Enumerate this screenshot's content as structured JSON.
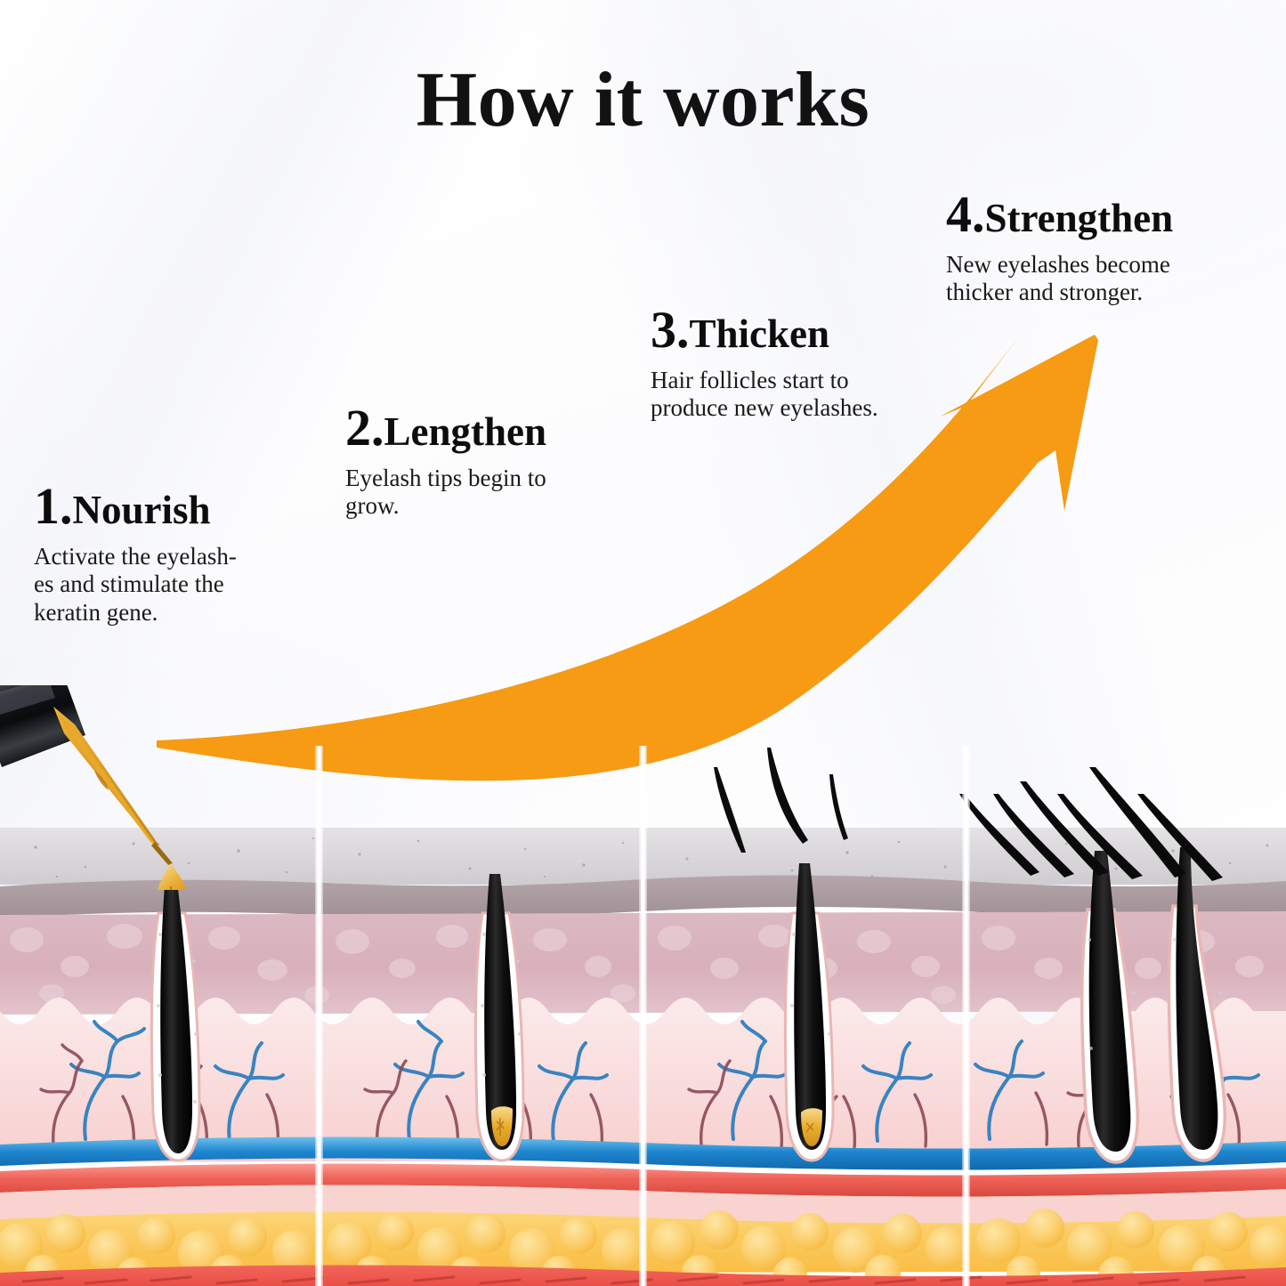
{
  "page": {
    "title": "How it works",
    "background_color": "#ffffff"
  },
  "colors": {
    "accent_orange": "#F79A14",
    "title_text": "#121212",
    "body_text": "#1a1a1a",
    "serum_gold": "#E9A92B",
    "hair_black": "#111111",
    "epidermis_gray": "#d9d7da",
    "epidermis_band": "#a79ba0",
    "dermis_pink": "#d7b2bd",
    "dermis_light": "#f7dfdf",
    "vein_blue": "#2f8fd4",
    "artery_red": "#ef6a62",
    "fat_yellow": "#f9c githubusercontent"
  },
  "steps": [
    {
      "number": "1.",
      "name": "Nourish",
      "body": "Activate the eyelash-\nes and stimulate the\nkeratin gene."
    },
    {
      "number": "2.",
      "name": "Lengthen",
      "body": "Eyelash tips begin to\ngrow."
    },
    {
      "number": "3.",
      "name": "Thicken",
      "body": "Hair follicles start to\nproduce new eyelashes."
    },
    {
      "number": "4.",
      "name": "Strengthen",
      "body": "New eyelashes become\nthicker and stronger."
    }
  ],
  "illustration": {
    "arrow_label": "growth-progress-arrow",
    "panels": [
      {
        "id": "panel-1",
        "label": "serum applied to follicle",
        "hairs_above_skin": 0,
        "follicles": 1
      },
      {
        "id": "panel-2",
        "label": "lash tip begins to grow",
        "hairs_above_skin": 0,
        "follicles": 1
      },
      {
        "id": "panel-3",
        "label": "follicle produces new lashes",
        "hairs_above_skin": 3,
        "follicles": 1
      },
      {
        "id": "panel-4",
        "label": "thicker stronger lashes",
        "hairs_above_skin": 6,
        "follicles": 2
      }
    ],
    "skin_layers": [
      "epidermis",
      "stratum band",
      "papillary dermis",
      "reticular dermis",
      "vein",
      "artery",
      "subcutaneous fat",
      "muscle"
    ],
    "applicator": "eyelash serum brush wand with golden droplet"
  }
}
